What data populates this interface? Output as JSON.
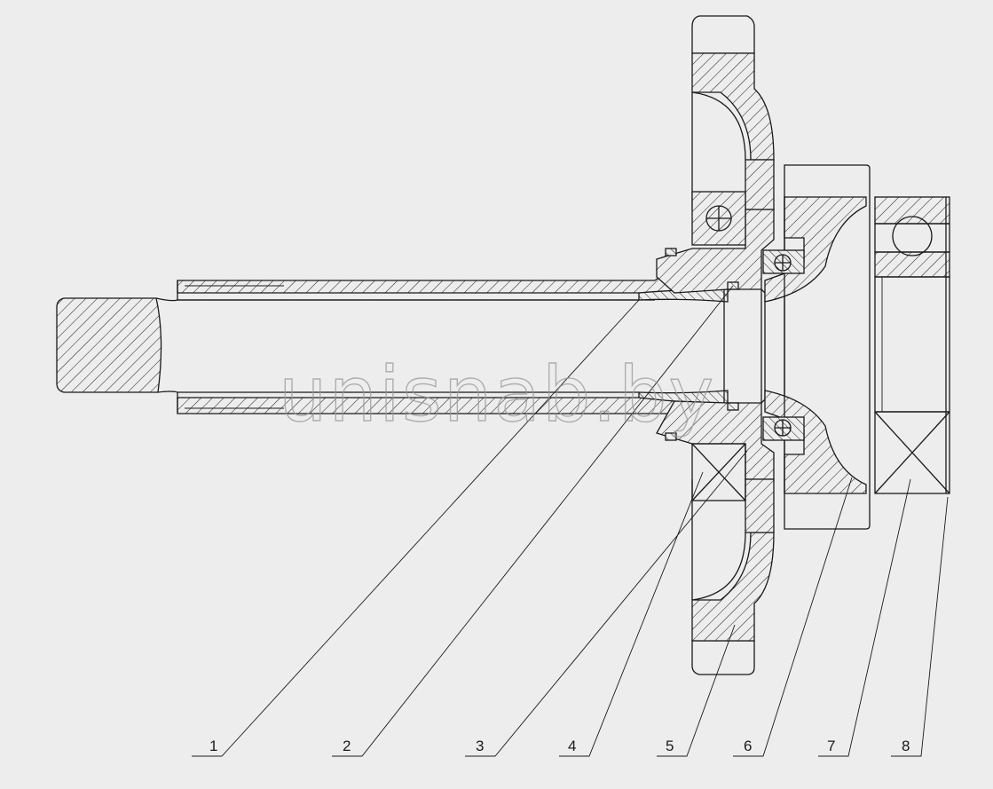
{
  "watermark": "unisnab.by",
  "callouts": [
    {
      "label": "1"
    },
    {
      "label": "2"
    },
    {
      "label": "3"
    },
    {
      "label": "4"
    },
    {
      "label": "5"
    },
    {
      "label": "6"
    },
    {
      "label": "7"
    },
    {
      "label": "8"
    }
  ],
  "colors": {
    "background": "#ededed",
    "line": "#1a1a1a",
    "watermark": "#9a9a9a"
  }
}
